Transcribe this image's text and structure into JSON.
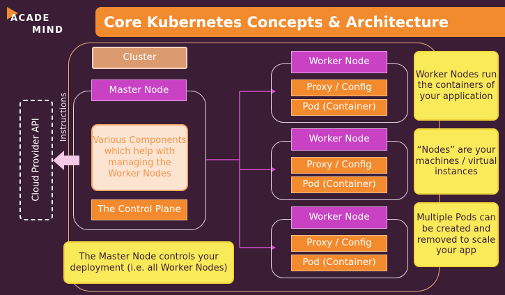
{
  "logo": {
    "line1": "ACADE",
    "line2": "MIND"
  },
  "title": "Core Kubernetes Concepts & Architecture",
  "cluster_label": "Cluster",
  "master_node": {
    "label": "Master Node",
    "components_text": "Various Components which help with managing the Worker Nodes",
    "control_plane": "The Control Plane"
  },
  "cloud_provider_api": "Cloud Provider API",
  "instructions_label": "Instructions",
  "worker_nodes": [
    {
      "label": "Worker Node",
      "proxy": "Proxy / Config",
      "pod": "Pod (Container)"
    },
    {
      "label": "Worker Node",
      "proxy": "Proxy / Config",
      "pod": "Pod (Container)"
    },
    {
      "label": "Worker Node",
      "proxy": "Proxy / Config",
      "pod": "Pod (Container)"
    }
  ],
  "notes": {
    "worker_nodes_run": "Worker Nodes run the containers of your application",
    "nodes_are": "“Nodes” are your machines / virtual instances",
    "multiple_pods": "Multiple Pods can be created and removed to scale your app",
    "master_controls": "The Master Node controls your deployment (i.e. all Worker Nodes)"
  },
  "colors": {
    "background": "#3b1d35",
    "title_orange": "#f28a2e",
    "magenta": "#c942c4",
    "orange": "#f38a2d",
    "note_yellow": "#f9ea5a",
    "connector": "#d24ecb"
  }
}
